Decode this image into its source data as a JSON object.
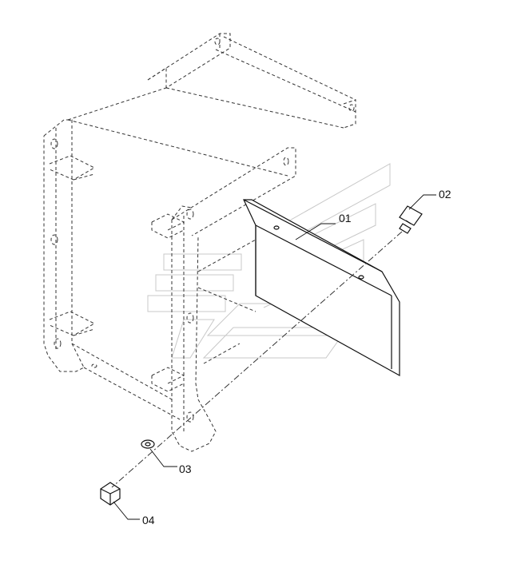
{
  "diagram": {
    "callouts": [
      {
        "id": "p01",
        "label": "01"
      },
      {
        "id": "p02",
        "label": "02"
      },
      {
        "id": "p03",
        "label": "03"
      },
      {
        "id": "p04",
        "label": "04"
      }
    ]
  }
}
